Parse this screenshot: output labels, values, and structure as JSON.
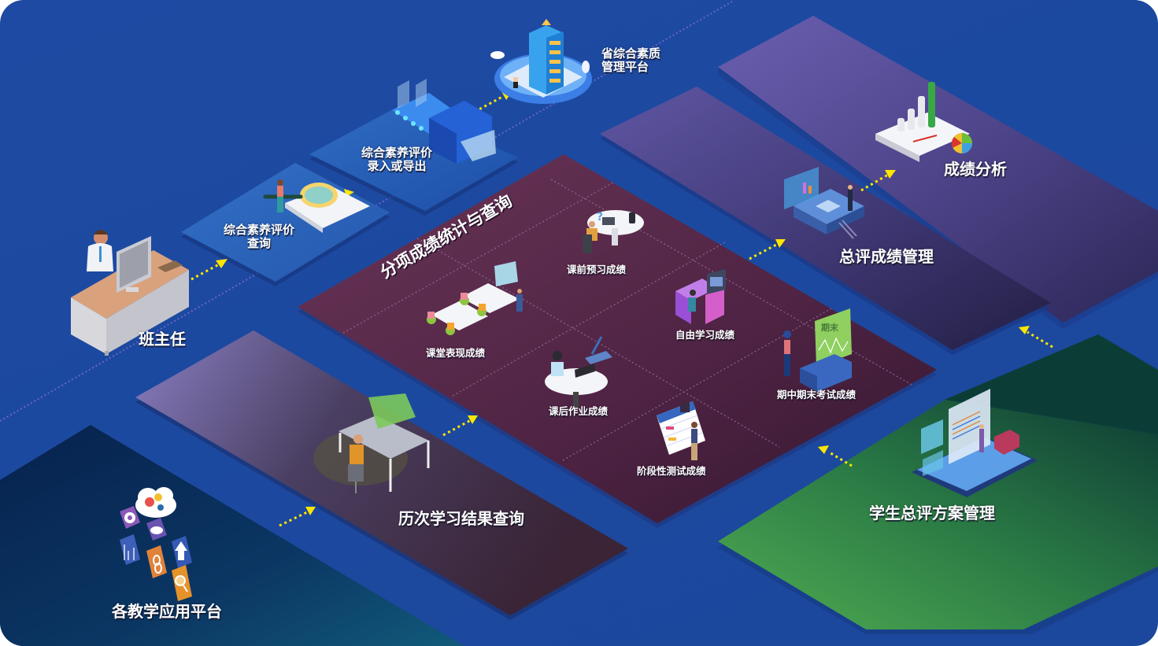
{
  "colors": {
    "background": "#1d4aa0",
    "arrow": "#ffe600",
    "purple_panel": "#5a4f96",
    "maroon_panel": "#5a2b48",
    "green_panel": "#3d9a4c",
    "navy_panel": "#0b2a55",
    "blue_panel": "#2a63b8",
    "text": "#ffffff"
  },
  "nodes": {
    "teacher": {
      "label": "班主任"
    },
    "eval_query": {
      "label_line1": "综合素养评价",
      "label_line2": "查询"
    },
    "eval_import": {
      "label_line1": "综合素养评价",
      "label_line2": "录入或导出"
    },
    "province_platform": {
      "label_line1": "省综合素质",
      "label_line2": "管理平台"
    },
    "grade_analysis": {
      "label": "成绩分析"
    },
    "total_grade_mgmt": {
      "label": "总评成绩管理"
    },
    "student_plan_mgmt": {
      "label": "学生总评方案管理"
    },
    "history_query": {
      "label": "历次学习结果查询"
    },
    "teaching_platforms": {
      "label": "各教学应用平台"
    }
  },
  "center_panel": {
    "title": "分项成绩统计与查询",
    "items": [
      {
        "label": "课前预习成绩",
        "icon": "student-at-desk-with-phone-icon"
      },
      {
        "label": "课堂表现成绩",
        "icon": "classroom-students-icon"
      },
      {
        "label": "自由学习成绩",
        "icon": "computer-workstation-icon"
      },
      {
        "label": "课后作业成绩",
        "icon": "homework-tablet-icon"
      },
      {
        "label": "期中期末考试成绩",
        "icon": "exam-screen-icon"
      },
      {
        "label": "阶段性测试成绩",
        "icon": "calendar-test-icon"
      }
    ]
  },
  "exam_screen_text": "期末",
  "app_icons": [
    "cloud-gears-icon",
    "gear-icon",
    "cloud-icon",
    "chart-icon",
    "upload-arrow-icon",
    "link-icon",
    "search-icon"
  ]
}
